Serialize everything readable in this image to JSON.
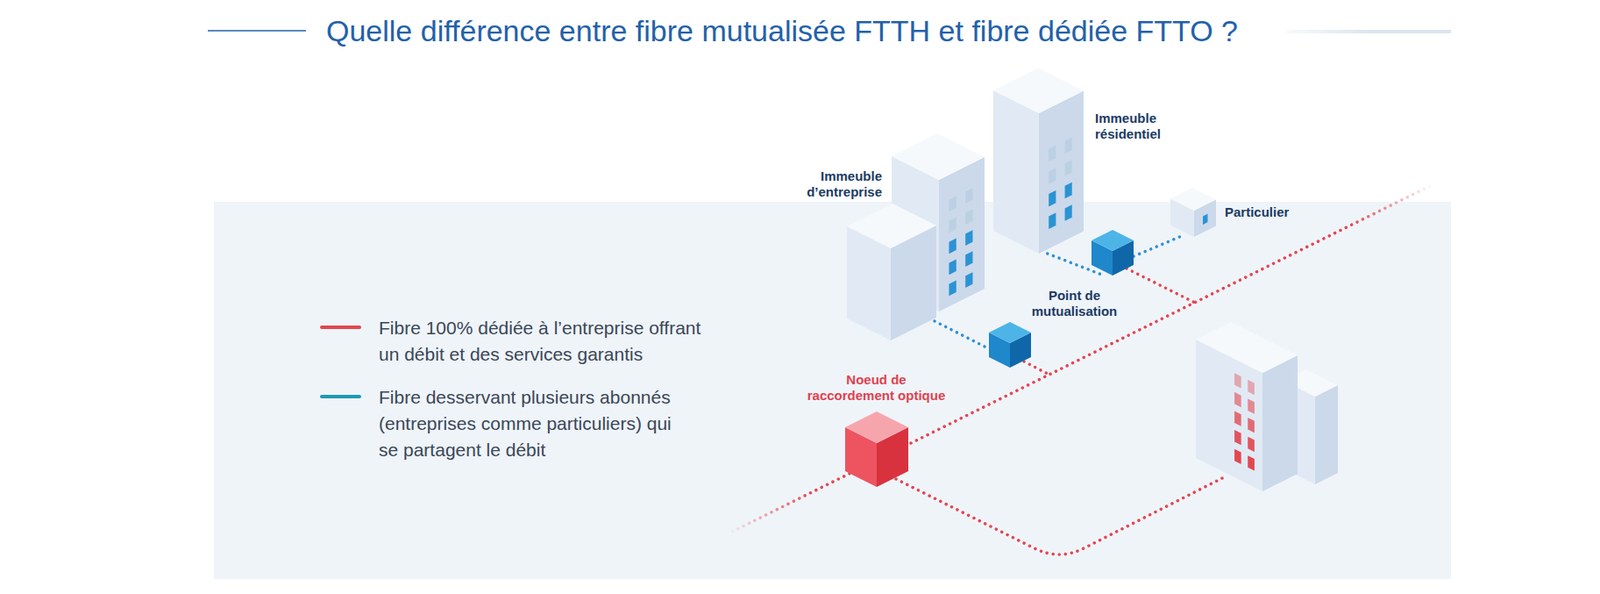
{
  "diagram": {
    "title": "Quelle différence entre fibre mutualisée FTTH et fibre dédiée FTTO ?",
    "nodes": [
      {
        "text": [
          "Immeuble d’entreprise"
        ]
      },
      {
        "text": [
          "Immeuble résidentiel"
        ]
      },
      {
        "text": [
          "Particulier"
        ]
      },
      {
        "text": [
          "Point de mutualisation"
        ]
      },
      {
        "text": [
          "Noeud de raccordement optique"
        ]
      }
    ],
    "edges": [
      {
        "from": 1,
        "to": 3,
        "arrow": "none"
      },
      {
        "from": 3,
        "to": 2,
        "arrow": "none"
      }
    ],
    "legend": [
      {
        "text": "Fibre 100% dédiée à l’entreprise offrant un débit et des services garantis"
      },
      {
        "text": "Fibre desservant plusieurs abonnés (entreprises comme particuliers) qui se partagent le débit"
      }
    ]
  }
}
